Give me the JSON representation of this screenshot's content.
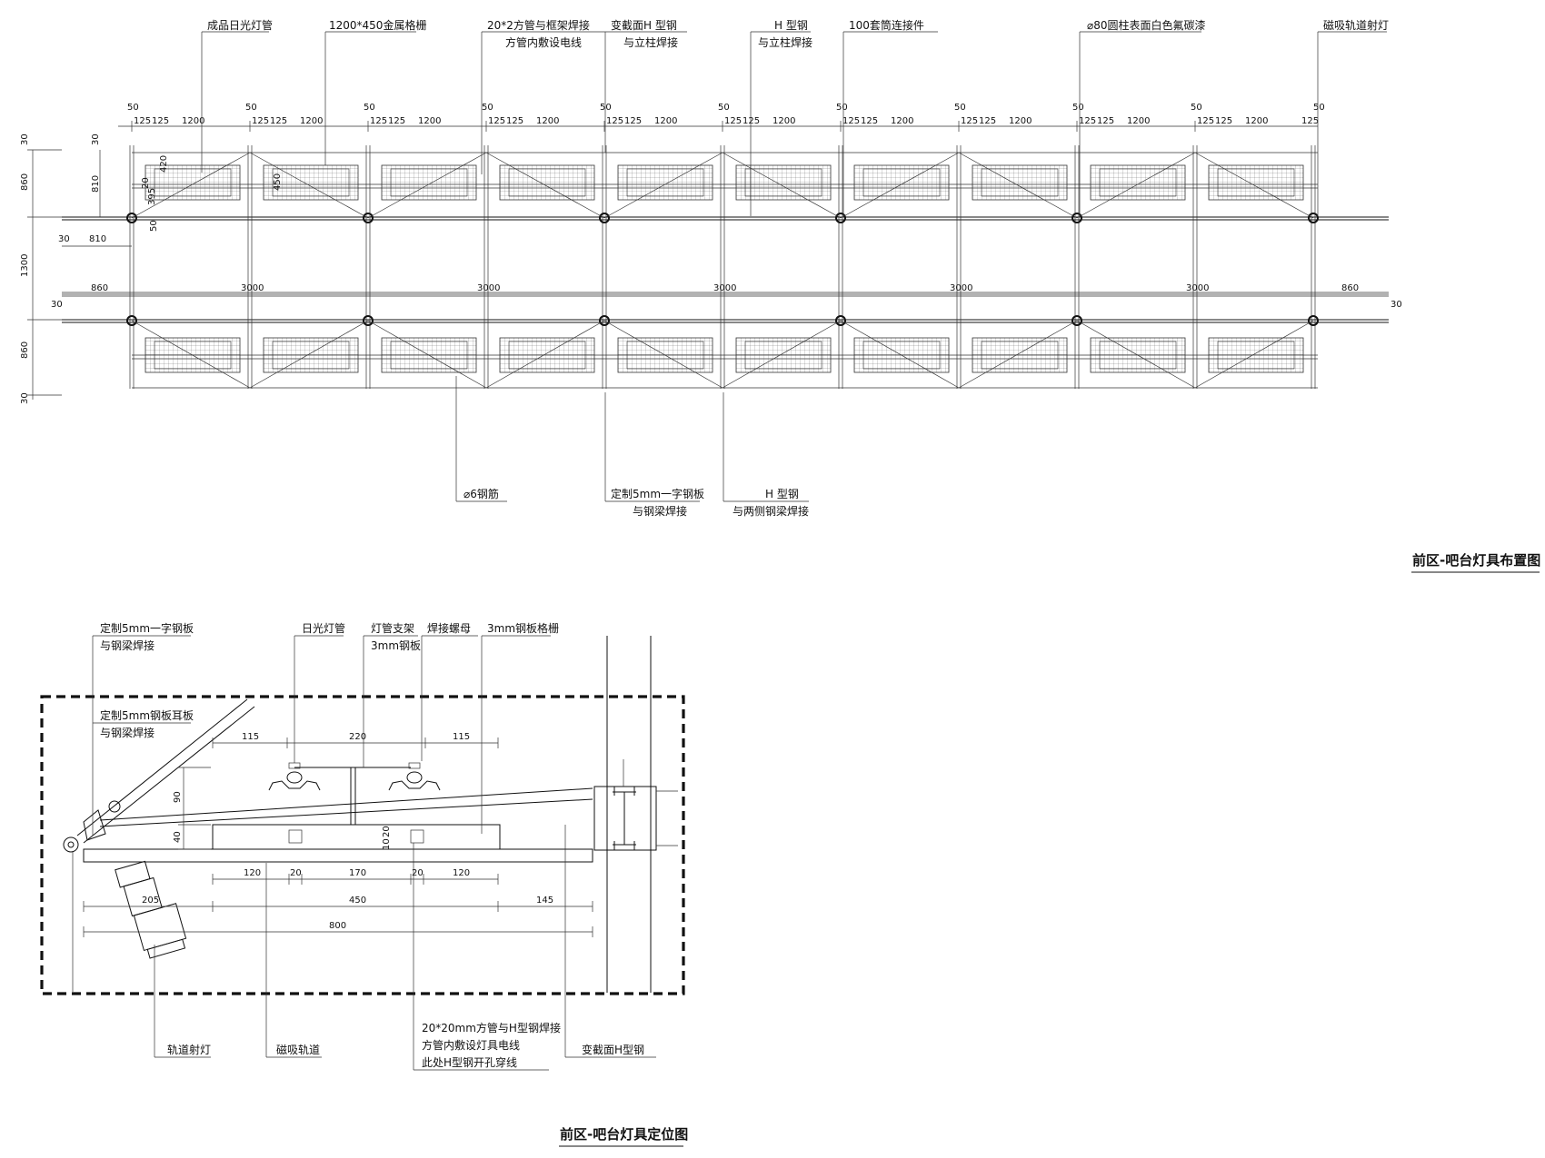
{
  "plan": {
    "title": "前区-吧台灯具布置图",
    "top_callouts": [
      {
        "lines": [
          "成品日光灯管"
        ]
      },
      {
        "lines": [
          "1200*450金属格栅"
        ]
      },
      {
        "lines": [
          "20*2方管与框架焊接",
          "方管内敷设电线"
        ]
      },
      {
        "lines": [
          "变截面H 型钢",
          "与立柱焊接"
        ]
      },
      {
        "lines": [
          "H 型钢",
          "与立柱焊接"
        ]
      },
      {
        "lines": [
          "100套筒连接件"
        ]
      },
      {
        "lines": [
          "⌀80圆柱表面白色氟碳漆"
        ]
      },
      {
        "lines": [
          "磁吸轨道射灯"
        ]
      }
    ],
    "bottom_callouts": [
      {
        "lines": [
          "⌀6钢筋"
        ]
      },
      {
        "lines": [
          "定制5mm一字钢板",
          "与钢梁焊接"
        ]
      },
      {
        "lines": [
          "H 型钢",
          "与两侧钢梁焊接"
        ]
      }
    ],
    "dims": {
      "seg_50": "50",
      "seg_125": "125",
      "seg_1200": "1200",
      "span_3000": "3000",
      "end_860": "860",
      "edge_30": "30",
      "left_860": "860",
      "left_1300": "1300",
      "left_810": "810",
      "left_20": "20",
      "left_395": "395",
      "left_420": "420",
      "left_450": "450",
      "left_50": "50",
      "left_30": "30"
    }
  },
  "section": {
    "title": "前区-吧台灯具定位图",
    "callouts": {
      "plate1": [
        "定制5mm一字钢板",
        "与钢梁焊接"
      ],
      "plate2": [
        "定制5mm钢板耳板",
        "与钢梁焊接"
      ],
      "tube": [
        "日光灯管"
      ],
      "bracket": [
        "灯管支架",
        "3mm钢板"
      ],
      "nut": [
        "焊接螺母"
      ],
      "grille": [
        "3mm钢板格栅"
      ],
      "spot": [
        "轨道射灯"
      ],
      "track": [
        "磁吸轨道"
      ],
      "square_tube": [
        "20*20mm方管与H型钢焊接",
        "方管内敷设灯具电线",
        "此处H型钢开孔穿线"
      ],
      "hbeam": [
        "变截面H型钢"
      ]
    },
    "dims": {
      "top_115a": "115",
      "top_220": "220",
      "top_115b": "115",
      "v_90": "90",
      "v_40": "40",
      "v_10": "10",
      "v_20": "20",
      "b_120a": "120",
      "b_20a": "20",
      "b_170": "170",
      "b_20b": "20",
      "b_120b": "120",
      "c_205": "205",
      "c_450": "450",
      "c_145": "145",
      "d_800": "800"
    }
  }
}
